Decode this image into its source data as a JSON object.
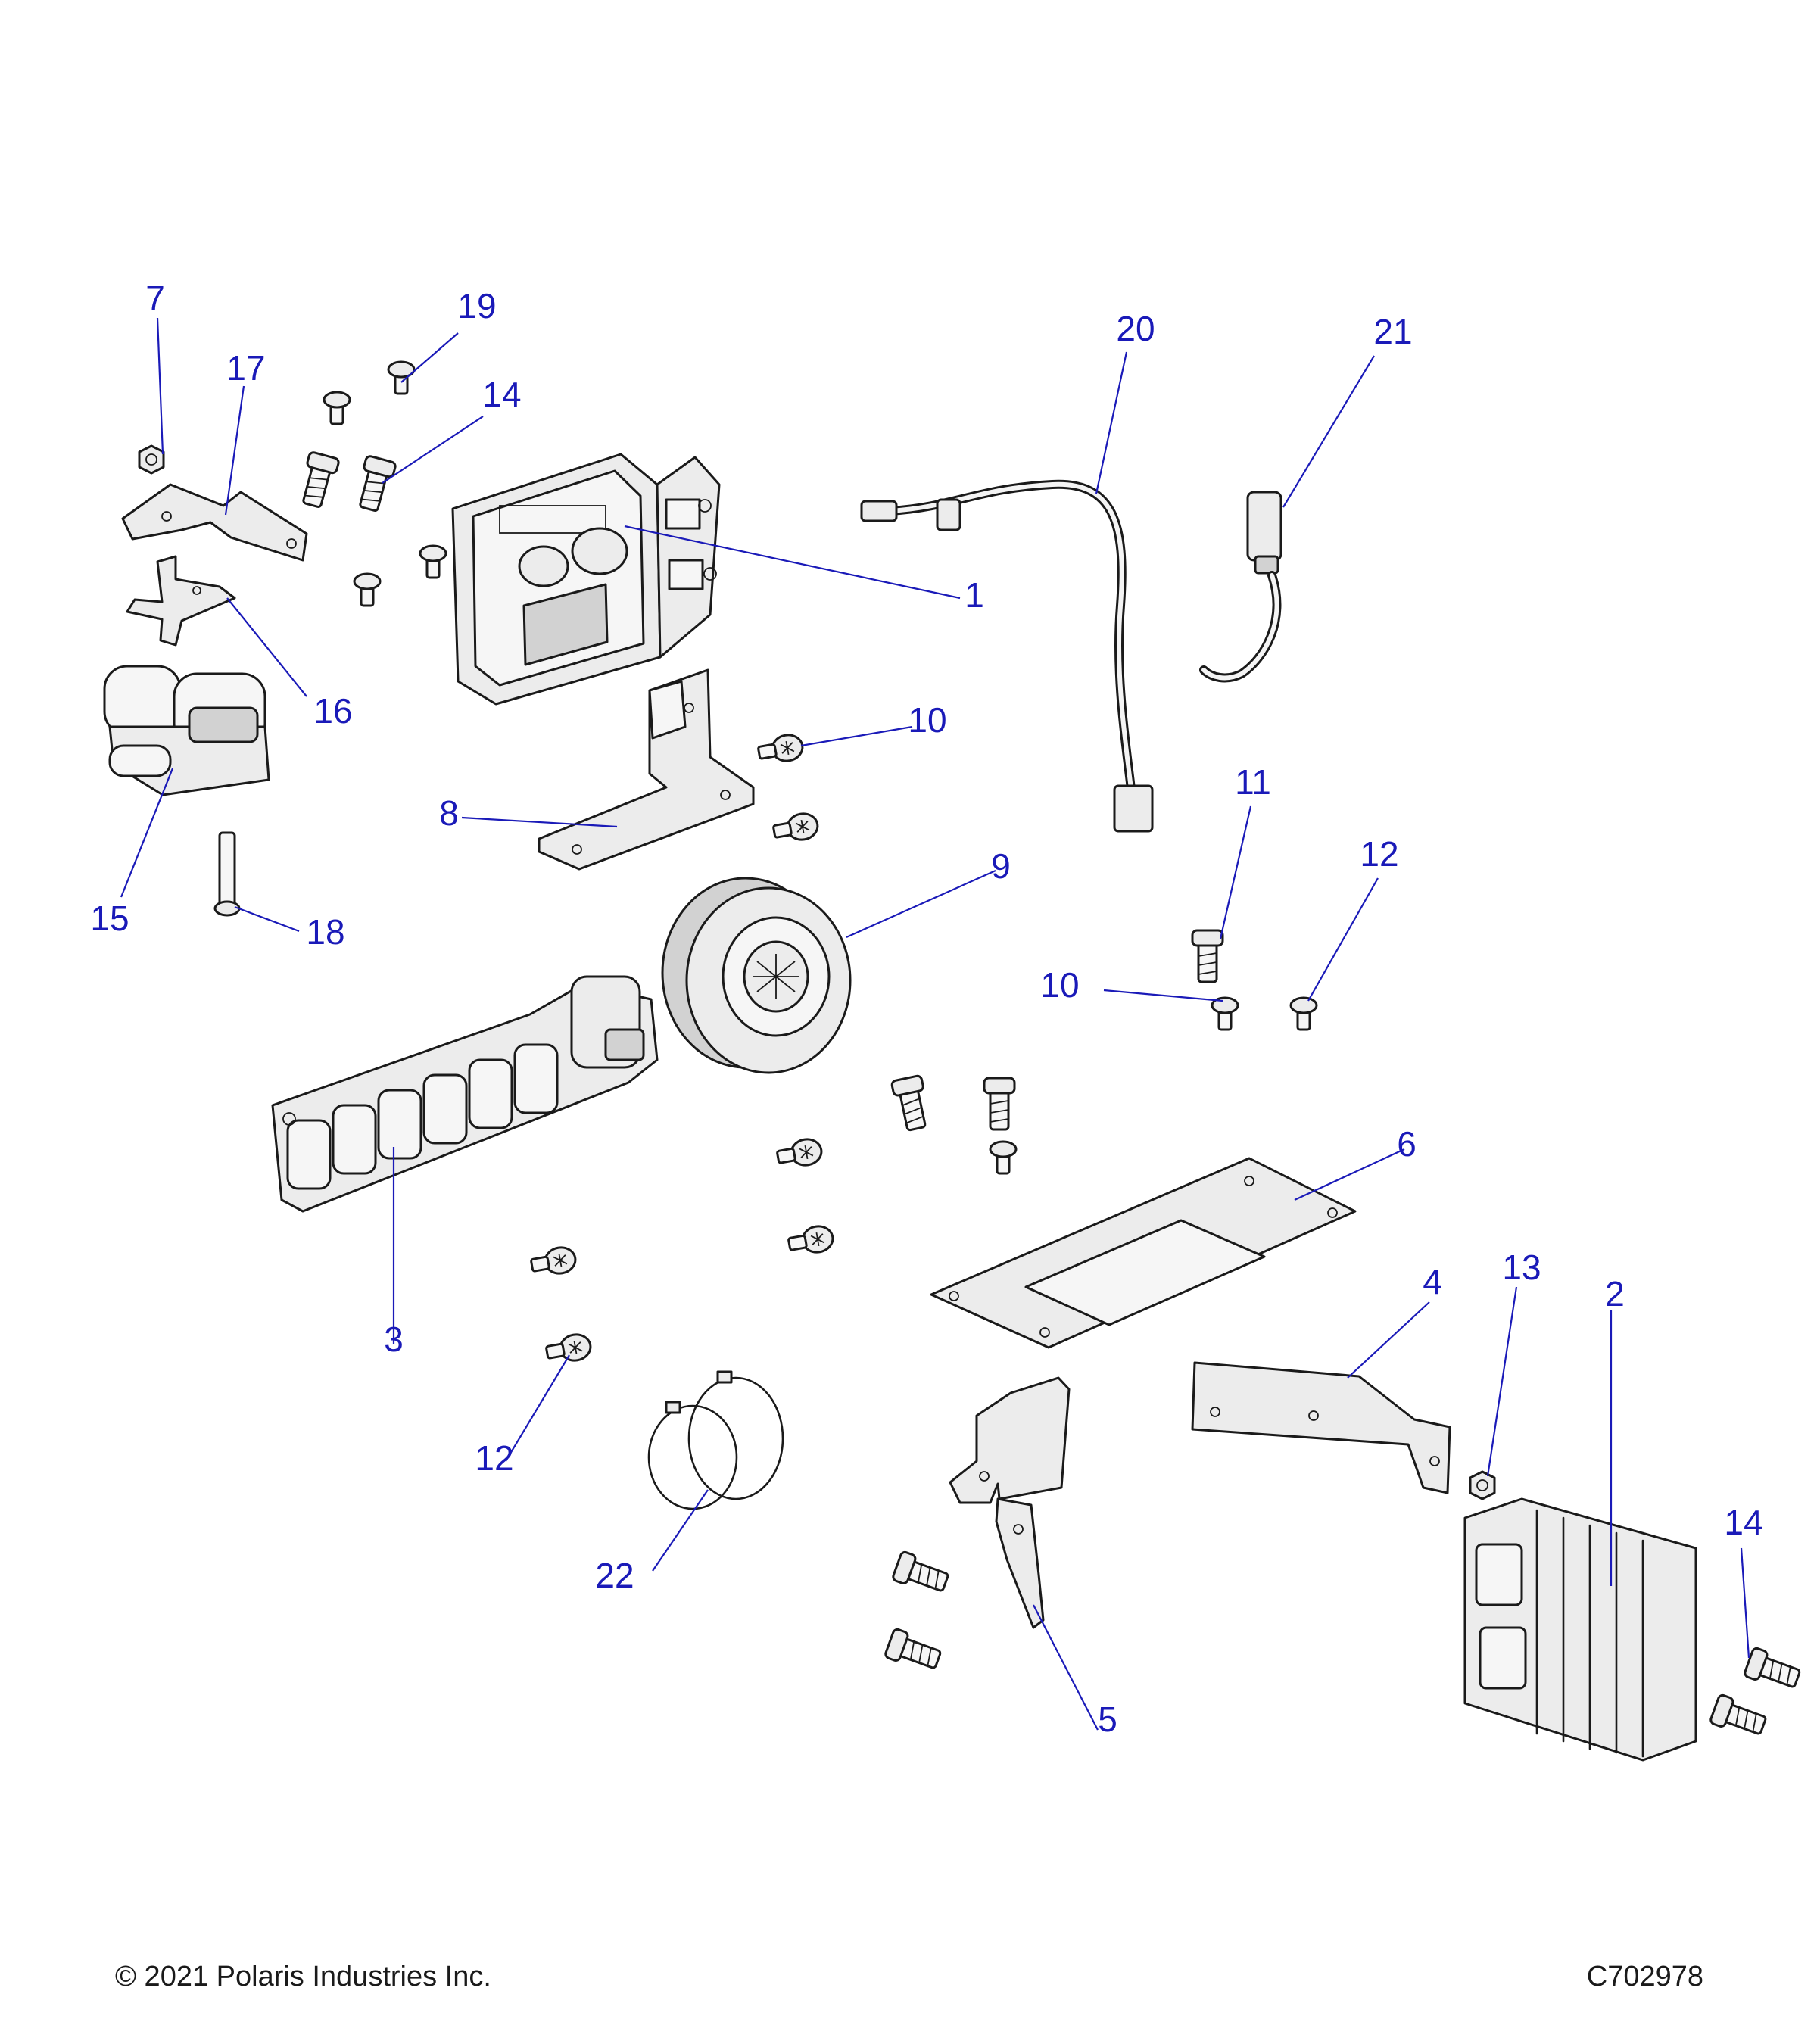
{
  "footer": {
    "copyright": "© 2021 Polaris Industries Inc.",
    "drawing_number": "C702978"
  },
  "callouts": {
    "c1": "1",
    "c2": "2",
    "c3": "3",
    "c4": "4",
    "c5": "5",
    "c6": "6",
    "c7": "7",
    "c8": "8",
    "c9": "9",
    "c10a": "10",
    "c10b": "10",
    "c11": "11",
    "c12a": "12",
    "c12b": "12",
    "c13": "13",
    "c14a": "14",
    "c14b": "14",
    "c15": "15",
    "c16": "16",
    "c17": "17",
    "c18": "18",
    "c19": "19",
    "c20": "20",
    "c21": "21",
    "c22": "22"
  },
  "colors": {
    "callout_blue": "#1a1ab8",
    "line_art": "#1a1a1a",
    "part_fill": "#ececec"
  }
}
